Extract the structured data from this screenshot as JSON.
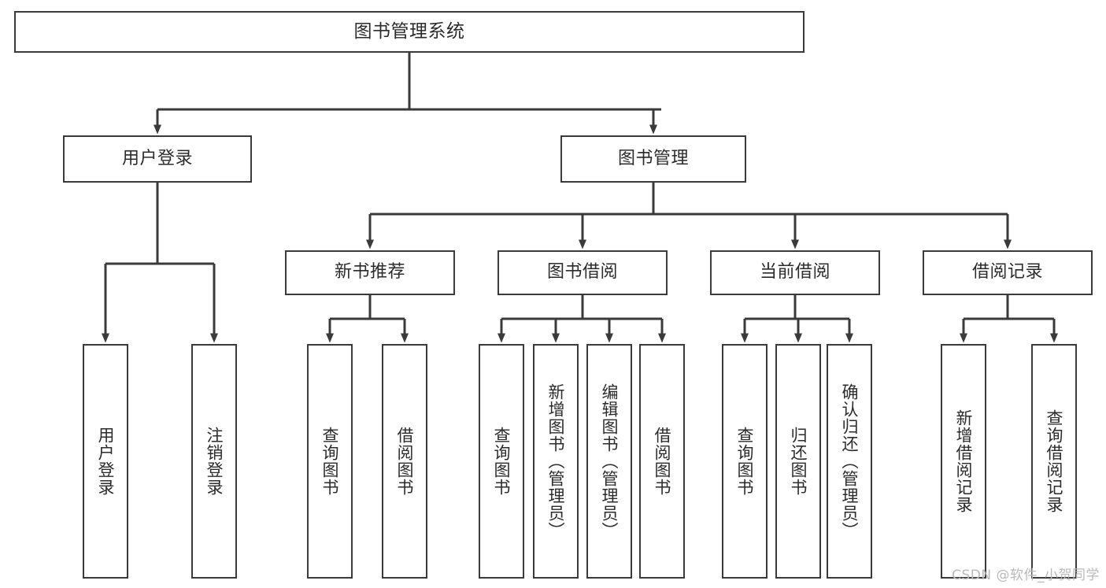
{
  "diagram": {
    "title": "图书管理系统",
    "type": "tree",
    "watermark": "CSDN @软件_小贺同学",
    "colors": {
      "box_border": "#3a3a3a",
      "box_fill": "#ffffff",
      "edge": "#3a3a3a",
      "text": "#2b2b2b",
      "watermark": "#b9b9b9",
      "background": "#ffffff"
    },
    "root": {
      "label": "图书管理系统"
    },
    "level1": [
      {
        "label": "用户登录"
      },
      {
        "label": "图书管理"
      }
    ],
    "level2": [
      {
        "label": "新书推荐"
      },
      {
        "label": "图书借阅"
      },
      {
        "label": "当前借阅"
      },
      {
        "label": "借阅记录"
      }
    ],
    "leaves": [
      {
        "label": "用户登录",
        "parent": "用户登录"
      },
      {
        "label": "注销登录",
        "parent": "用户登录"
      },
      {
        "label": "查询图书",
        "parent": "新书推荐"
      },
      {
        "label": "借阅图书",
        "parent": "新书推荐"
      },
      {
        "label": "查询图书",
        "parent": "图书借阅"
      },
      {
        "label": "新增图书（管理员）",
        "parent": "图书借阅"
      },
      {
        "label": "编辑图书（管理员）",
        "parent": "图书借阅"
      },
      {
        "label": "借阅图书",
        "parent": "图书借阅"
      },
      {
        "label": "查询图书",
        "parent": "当前借阅"
      },
      {
        "label": "归还图书",
        "parent": "当前借阅"
      },
      {
        "label": "确认归还（管理员）",
        "parent": "当前借阅"
      },
      {
        "label": "新增借阅记录",
        "parent": "借阅记录"
      },
      {
        "label": "查询借阅记录",
        "parent": "借阅记录"
      }
    ]
  }
}
